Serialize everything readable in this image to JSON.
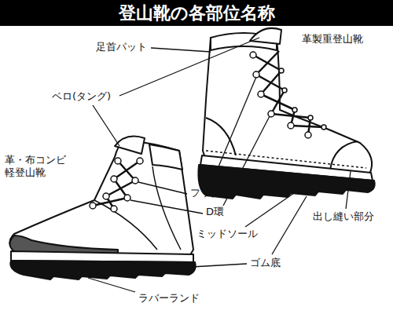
{
  "diagram": {
    "title": "登山靴の各部位名称",
    "labels": [
      "足首パット",
      "ベロ(タング)",
      "革製重登山靴",
      "革・布コンビ 軽登山靴",
      "フック",
      "D環",
      "ミッドソール",
      "出し縫い部分",
      "ゴム底",
      "ラバーランド"
    ]
  }
}
